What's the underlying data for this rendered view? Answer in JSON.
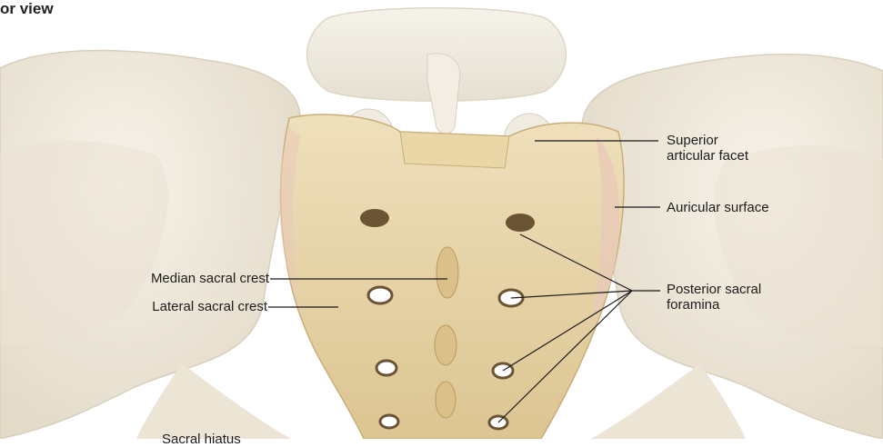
{
  "figure": {
    "heading": "or view",
    "labels": {
      "superior_articular_facet_line1": "Superior",
      "superior_articular_facet_line2": "articular facet",
      "auricular_surface": "Auricular surface",
      "median_sacral_crest": "Median sacral crest",
      "lateral_sacral_crest": "Lateral sacral crest",
      "posterior_sacral_foramina_line1": "Posterior sacral",
      "posterior_sacral_foramina_line2": "foramina",
      "sacral_hiatus_clipped": "Sacral hiatus"
    },
    "colors": {
      "bone_pale": "#efe9dc",
      "bone_shadow": "#d9cfbd",
      "sacrum_base": "#e8d6ae",
      "sacrum_dark": "#c9ad78",
      "foramen": "#6b5434",
      "leader_line": "#1a1a1a"
    }
  }
}
